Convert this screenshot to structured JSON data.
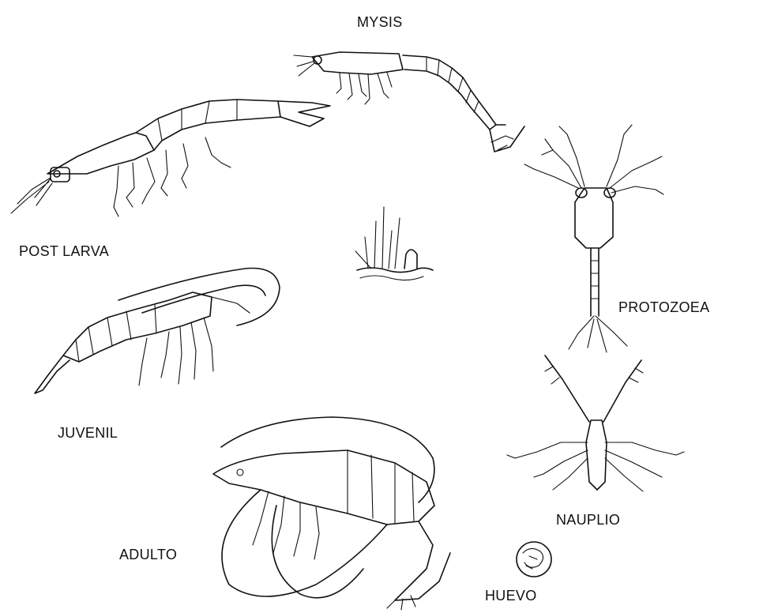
{
  "figure": {
    "stages": [
      {
        "id": "mysis",
        "label": "MYSIS"
      },
      {
        "id": "post-larva",
        "label": "POST LARVA"
      },
      {
        "id": "protozoea",
        "label": "PROTOZOEA"
      },
      {
        "id": "juvenil",
        "label": "JUVENIL"
      },
      {
        "id": "nauplio",
        "label": "NAUPLIO"
      },
      {
        "id": "adulto",
        "label": "ADULTO"
      },
      {
        "id": "huevo",
        "label": "HUEVO"
      }
    ]
  }
}
